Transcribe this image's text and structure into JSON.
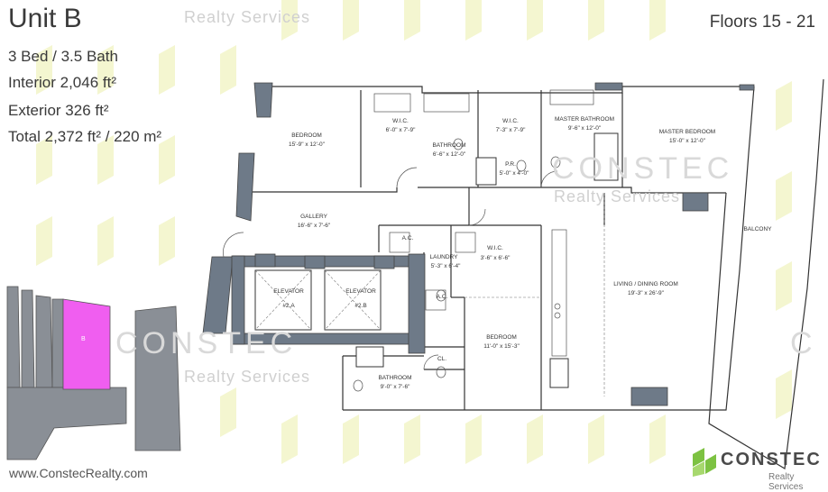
{
  "header": {
    "unit_title": "Unit B",
    "beds_baths": "3 Bed / 3.5 Bath",
    "interior": "Interior 2,046 ft²",
    "exterior": "Exterior 326 ft²",
    "total": "Total 2,372 ft² / 220 m²",
    "floors": "Floors 15 - 21"
  },
  "watermarks": {
    "realty_services": "Realty Services",
    "constec": "CONSTEC"
  },
  "footer": {
    "url": "www.ConstecRealty.com",
    "brand": "CONSTEC",
    "brand_sub": "Realty Services"
  },
  "keyplan": {
    "unit_label": "B",
    "highlight_color": "#f05ef0"
  },
  "rooms": {
    "bedroom_1": "BEDROOM",
    "bedroom_1_dim": "15'-9\" x 12'-0\"",
    "wic_1": "W.I.C.",
    "wic_1_dim": "6'-0\" x 7'-9\"",
    "bathroom_1": "BATHROOM",
    "bathroom_1_dim": "6'-6\" x 12'-0\"",
    "wic_2": "W.I.C.",
    "wic_2_dim": "7'-3\" x 7'-9\"",
    "master_bath": "MASTER BATHROOM",
    "master_bath_dim": "9'-6\" x 12'-0\"",
    "master_bed": "MASTER BEDROOM",
    "master_bed_dim": "15'-0\" x 12'-0\"",
    "pr": "P.R.",
    "pr_dim": "5'-0\" x 4'-0\"",
    "gallery": "GALLERY",
    "gallery_dim": "16'-6\" x 7'-6\"",
    "ac_1": "A.C.",
    "laundry": "LAUNDRY",
    "laundry_dim": "5'-3\" x 6'-4\"",
    "wic_3": "W.I.C.",
    "wic_3_dim": "3'-6\" x 6'-6\"",
    "ac_2": "A.C.",
    "balcony": "BALCONY",
    "elevator_a": "ELEVATOR",
    "elevator_a_num": "#2.A",
    "elevator_b": "ELEVATOR",
    "elevator_b_num": "#2.B",
    "living": "LIVING / DINING ROOM",
    "living_dim": "19'-3\" x 26'-9\"",
    "bedroom_2": "BEDROOM",
    "bedroom_2_dim": "11'-0\" x 15'-3\"",
    "cl": "CL.",
    "bathroom_2": "BATHROOM",
    "bathroom_2_dim": "9'-0\" x 7'-6\""
  },
  "colors": {
    "wall": "#6e7a88",
    "pattern": "#f4f6d0",
    "accent": "#7dc242"
  }
}
